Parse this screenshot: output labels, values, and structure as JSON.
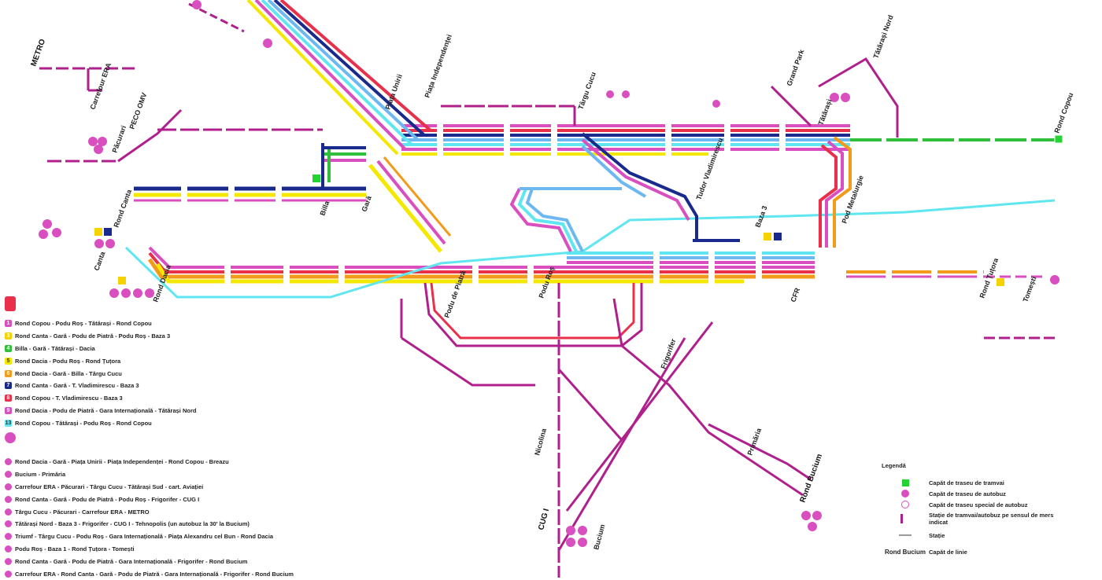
{
  "colors": {
    "pink": "#d94fc0",
    "magenta": "#b0208c",
    "red": "#e8304a",
    "orange": "#f29a1a",
    "yellow": "#f4e800",
    "blue": "#6db8f0",
    "cyan": "#5fe6f0",
    "navy": "#1a2a8c",
    "green": "#2fbf3a",
    "lime": "#23d433"
  },
  "tram_routes": [
    {
      "color": "#d94fc0",
      "num": "1",
      "label": "Rond Copou - Podu Roș - Tătărași - Rond Copou"
    },
    {
      "color": "#f4d300",
      "num": "3",
      "label": "Rond Canta - Gară - Podu de Piatră - Podu Roș - Baza 3"
    },
    {
      "color": "#2fbf3a",
      "num": "4",
      "label": "Billa - Gară - Tătărași - Dacia"
    },
    {
      "color": "#f4e800",
      "num": "5",
      "label": "Rond Dacia - Podu Roș - Rond Țuțora"
    },
    {
      "color": "#f29a1a",
      "num": "6",
      "label": "Rond Dacia - Gară - Billa - Târgu Cucu"
    },
    {
      "color": "#1a2a8c",
      "num": "7",
      "label": "Rond Canta - Gară - T. Vladimirescu - Baza 3"
    },
    {
      "color": "#e8304a",
      "num": "8",
      "label": "Rond Copou - T. Vladimirescu - Baza 3"
    },
    {
      "color": "#d94fc0",
      "num": "9",
      "label": "Rond Dacia - Podu de Piatră - Gara Internațională - Tătărași Nord"
    },
    {
      "color": "#5fe6f0",
      "num": "13",
      "label": "Rond Copou - Tătărași - Podu Roș - Rond Copou"
    }
  ],
  "bus_routes": [
    "Rond Dacia - Gară - Piața Unirii - Piața Independenței - Rond Copou - Breazu",
    "Bucium - Primăria",
    "Carrefour ERA - Păcurari - Târgu Cucu - Tătărași Sud - cart. Aviației",
    "Rond Canta - Gară - Podu de Piatră - Podu Roș - Frigorifer - CUG I",
    "Târgu Cucu - Păcurari - Carrefour ERA - METRO",
    "Tătărași Nord - Baza 3 - Frigorifer - CUG I - Tehnopolis (un autobuz la 30' la Bucium)",
    "Triumf - Târgu Cucu - Podu Roș - Gara Internațională - Piața Alexandru cel Bun - Rond Dacia",
    "Podu Roș - Baza 1 - Rond Țuțora - Tomești",
    "Rond Canta - Gară - Podu de Piatră - Gara Internațională - Frigorifer - Rond Bucium",
    "Carrefour ERA - Rond Canta - Gară - Podu de Piatră - Gara Internațională - Frigorifer - Rond Bucium"
  ],
  "legend": {
    "title": "Legendă",
    "items": [
      {
        "symbol": "square-green",
        "text": "Capăt de traseu de tramvai"
      },
      {
        "symbol": "circle-pink",
        "text": "Capăt de traseu de autobuz"
      },
      {
        "symbol": "circle-outline",
        "text": "Capăt de traseu special de autobuz"
      },
      {
        "symbol": "dashed",
        "text": "Stație de tramvai/autobuz pe sensul de mers indicat"
      },
      {
        "symbol": "station",
        "text": "Stație"
      },
      {
        "symbol": "name",
        "text": "Capăt de linie",
        "name": "Rond Bucium"
      }
    ]
  },
  "stations": [
    {
      "name": "METRO"
    },
    {
      "name": "Carrefour ERA"
    },
    {
      "name": "Păcurari"
    },
    {
      "name": "PECO OMV"
    },
    {
      "name": "Rond Canta"
    },
    {
      "name": "Billa"
    },
    {
      "name": "Gară"
    },
    {
      "name": "Piața Independenței"
    },
    {
      "name": "Târgu Cucu"
    },
    {
      "name": "Podu de Piatră"
    },
    {
      "name": "Podu Roș"
    },
    {
      "name": "Tudor Vladimirescu"
    },
    {
      "name": "Tătărași"
    },
    {
      "name": "Rond Dacia"
    },
    {
      "name": "Baza 3"
    },
    {
      "name": "Rond Țuțora"
    },
    {
      "name": "Tomești"
    },
    {
      "name": "Frigorifer"
    },
    {
      "name": "CUG I"
    },
    {
      "name": "Rond Bucium"
    },
    {
      "name": "Piața Unirii"
    },
    {
      "name": "Pod Metalurgie"
    },
    {
      "name": "CFR"
    },
    {
      "name": "Canta"
    },
    {
      "name": "Nicolina"
    },
    {
      "name": "Bucium"
    },
    {
      "name": "Primăria"
    },
    {
      "name": "Grand Park"
    },
    {
      "name": "Tătărași Nord"
    },
    {
      "name": "Rond Copou"
    }
  ]
}
